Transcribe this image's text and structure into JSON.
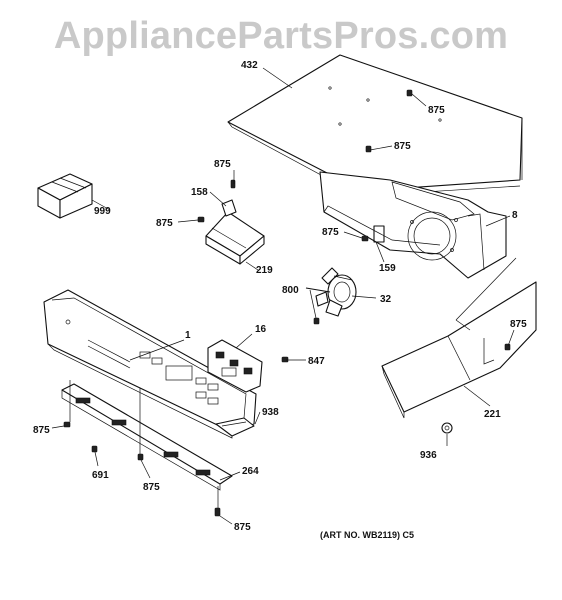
{
  "watermark": "AppliancePartsPros.com",
  "art_number": "(ART NO. WB2119) C5",
  "callouts": {
    "top_panel": "432",
    "screw_top_right": "875",
    "screw_top_mid": "875",
    "package": "999",
    "screw_bracket_top": "875",
    "clip": "158",
    "screw_bracket_left": "875",
    "bracket": "219",
    "screw_housing": "875",
    "housing_part": "159",
    "duct_housing": "8",
    "screw_fan": "800",
    "fan_motor": "32",
    "control_panel": "1",
    "control_board": "16",
    "screw_board": "847",
    "screw_right_cover": "875",
    "right_cover": "221",
    "screw_panel_left": "875",
    "grommet_left": "691",
    "screw_panel_bottom": "875",
    "trim_clip": "938",
    "grommet_right": "936",
    "trim_strip": "264",
    "screw_strip_bottom": "875"
  }
}
